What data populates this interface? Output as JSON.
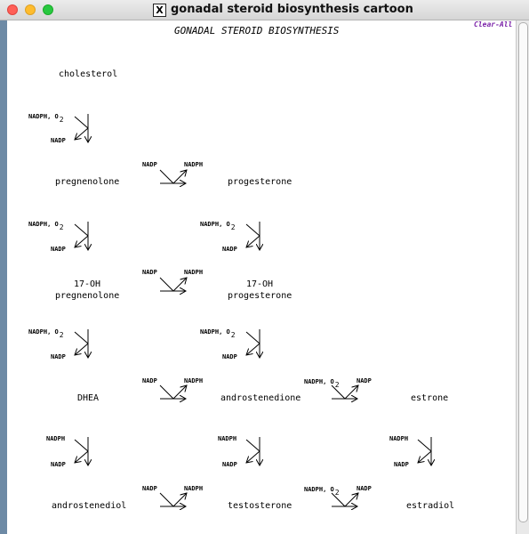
{
  "window": {
    "title": "gonadal steroid biosynthesis cartoon",
    "x_icon": "X"
  },
  "diagram": {
    "title": "GONADAL STEROID BIOSYNTHESIS",
    "clear_all": "Clear-All",
    "metabolites": {
      "cholesterol": "cholesterol",
      "pregnenolone": "pregnenolone",
      "progesterone": "progesterone",
      "oh17_a": "17-OH",
      "oh17_preg": "pregnenolone",
      "oh17_b": "17-OH",
      "oh17_prog": "progesterone",
      "dhea": "DHEA",
      "androstenedione": "androstenedione",
      "estrone": "estrone",
      "androstenediol": "androstenediol",
      "testosterone": "testosterone",
      "estradiol": "estradiol"
    },
    "cofactors": {
      "nadph": "NADPH",
      "nadp": "NADP",
      "nadph_o2": "NADPH, O",
      "o2_subscript": "2"
    }
  }
}
